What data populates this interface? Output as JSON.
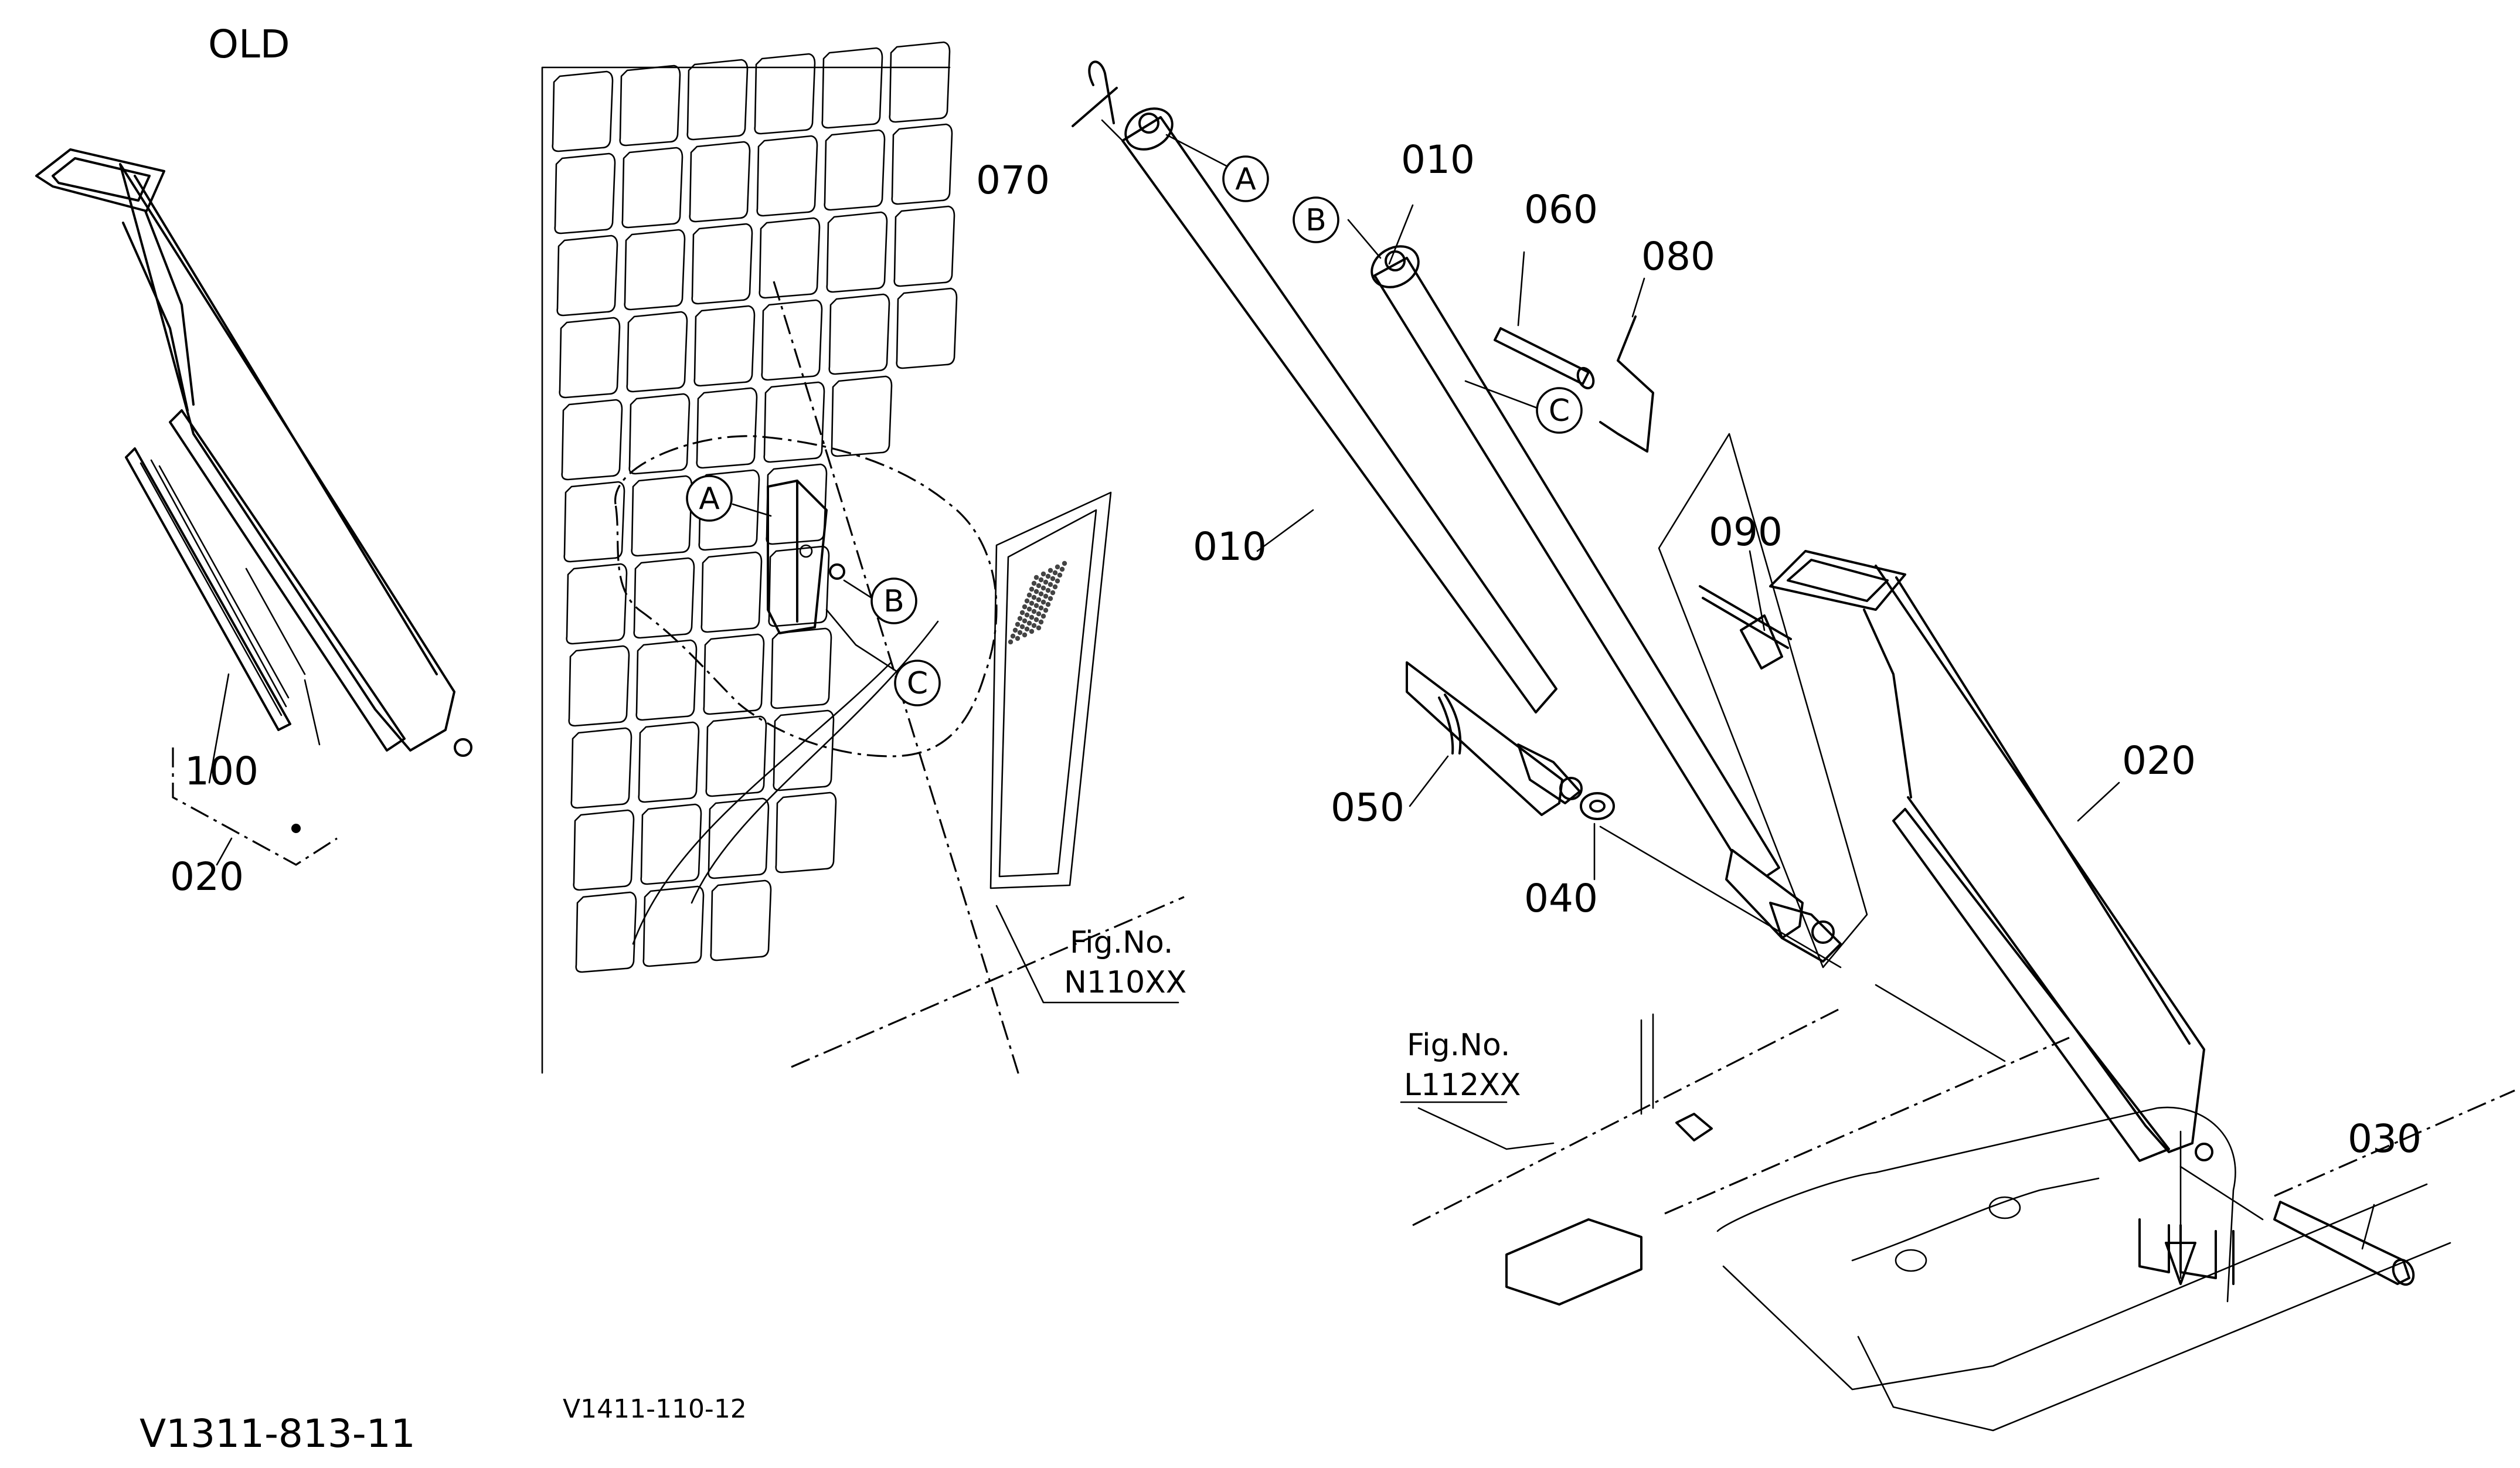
{
  "title": "OLD",
  "callouts": {
    "c100": "100",
    "c020_left": "020",
    "c070": "070",
    "c010_top": "010",
    "c060": "060",
    "c080": "080",
    "c010_mid": "010",
    "c090": "090",
    "c020_right": "020",
    "c050": "050",
    "c040": "040",
    "c030": "030"
  },
  "refs": {
    "a_top": "A",
    "b_top": "B",
    "c_top": "C",
    "a_detail": "A",
    "b_detail": "B",
    "c_detail": "C"
  },
  "fig_refs": {
    "n110": {
      "label": "Fig.No.",
      "number": "N110XX"
    },
    "l112": {
      "label": "Fig.No.",
      "number": "L112XX"
    }
  },
  "drawing_codes": {
    "left": "V1311-813-11",
    "middle": "V1411-110-12"
  }
}
